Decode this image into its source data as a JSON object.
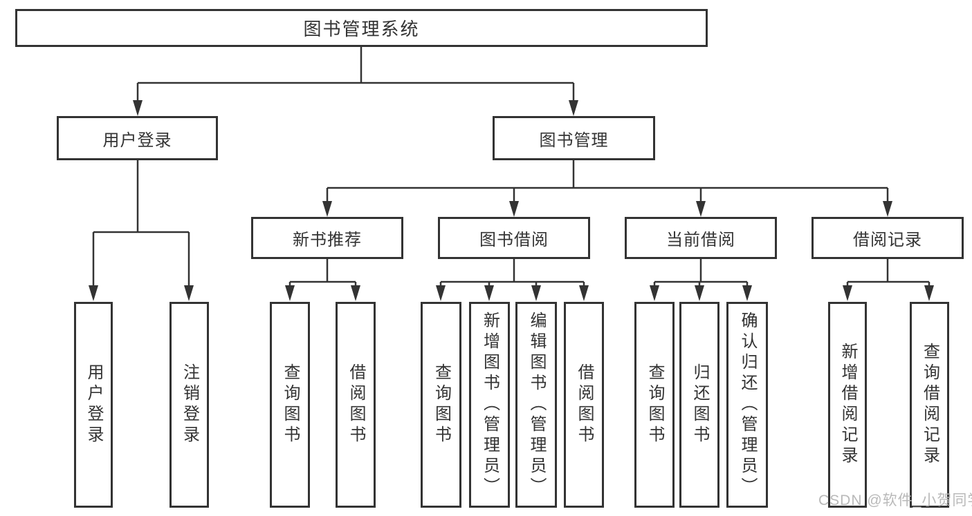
{
  "diagram": {
    "type": "hierarchy-tree",
    "root": {
      "label": "图书管理系统"
    },
    "branches": [
      {
        "label": "用户登录",
        "children": [
          {
            "label": "用户登录"
          },
          {
            "label": "注销登录"
          }
        ]
      },
      {
        "label": "图书管理",
        "children": [
          {
            "label": "新书推荐",
            "children": [
              {
                "label": "查询图书"
              },
              {
                "label": "借阅图书"
              }
            ]
          },
          {
            "label": "图书借阅",
            "children": [
              {
                "label": "查询图书"
              },
              {
                "label": "新增图书（管理员）"
              },
              {
                "label": "编辑图书（管理员）"
              },
              {
                "label": "借阅图书"
              }
            ]
          },
          {
            "label": "当前借阅",
            "children": [
              {
                "label": "查询图书"
              },
              {
                "label": "归还图书"
              },
              {
                "label": "确认归还（管理员）"
              }
            ]
          },
          {
            "label": "借阅记录",
            "children": [
              {
                "label": "新增借阅记录"
              },
              {
                "label": "查询借阅记录"
              }
            ]
          }
        ]
      }
    ]
  },
  "watermark": {
    "text": "CSDN @软件_小贺同学"
  },
  "colors": {
    "line": "#333333",
    "text": "#333333",
    "background": "#ffffff",
    "watermark": "#b9b9b9"
  }
}
